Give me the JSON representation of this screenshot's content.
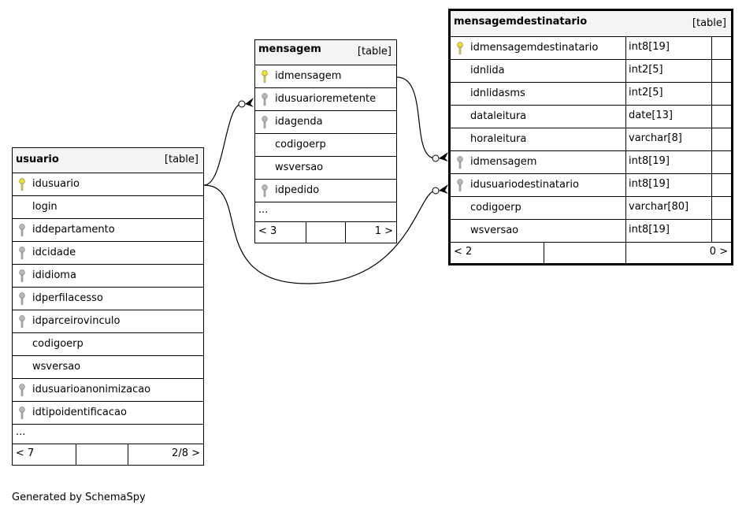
{
  "tables": {
    "usuario": {
      "name": "usuario",
      "kind": "[table]",
      "columns": [
        {
          "name": "idusuario",
          "key": "primary"
        },
        {
          "name": "login",
          "key": "none"
        },
        {
          "name": "iddepartamento",
          "key": "foreign"
        },
        {
          "name": "idcidade",
          "key": "foreign"
        },
        {
          "name": "ididioma",
          "key": "foreign"
        },
        {
          "name": "idperfilacesso",
          "key": "foreign"
        },
        {
          "name": "idparceirovinculo",
          "key": "foreign"
        },
        {
          "name": "codigoerp",
          "key": "none"
        },
        {
          "name": "wsversao",
          "key": "none"
        },
        {
          "name": "idusuarioanonimizacao",
          "key": "foreign"
        },
        {
          "name": "idtipoidentificacao",
          "key": "foreign"
        }
      ],
      "ellipsis": "...",
      "footer_left": "< 7",
      "footer_right": "2/8 >"
    },
    "mensagem": {
      "name": "mensagem",
      "kind": "[table]",
      "columns": [
        {
          "name": "idmensagem",
          "key": "primary"
        },
        {
          "name": "idusuarioremetente",
          "key": "foreign"
        },
        {
          "name": "idagenda",
          "key": "foreign"
        },
        {
          "name": "codigoerp",
          "key": "none"
        },
        {
          "name": "wsversao",
          "key": "none"
        },
        {
          "name": "idpedido",
          "key": "foreign"
        }
      ],
      "ellipsis": "...",
      "footer_left": "< 3",
      "footer_right": "1 >"
    },
    "mensagemdestinatario": {
      "name": "mensagemdestinatario",
      "kind": "[table]",
      "columns": [
        {
          "name": "idmensagemdestinatario",
          "type": "int8[19]",
          "key": "primary"
        },
        {
          "name": "idnlida",
          "type": "int2[5]",
          "key": "none"
        },
        {
          "name": "idnlidasms",
          "type": "int2[5]",
          "key": "none"
        },
        {
          "name": "dataleitura",
          "type": "date[13]",
          "key": "none"
        },
        {
          "name": "horaleitura",
          "type": "varchar[8]",
          "key": "none"
        },
        {
          "name": "idmensagem",
          "type": "int8[19]",
          "key": "foreign"
        },
        {
          "name": "idusuariodestinatario",
          "type": "int8[19]",
          "key": "foreign"
        },
        {
          "name": "codigoerp",
          "type": "varchar[80]",
          "key": "none"
        },
        {
          "name": "wsversao",
          "type": "int8[19]",
          "key": "none"
        }
      ],
      "footer_left": "< 2",
      "footer_right": "0 >"
    }
  },
  "colors": {
    "primary_key": "#f2e01a",
    "foreign_key": "#b8b8b8",
    "header_bg": "#f4f4f4",
    "line": "#000000"
  },
  "footer_credit": "Generated by SchemaSpy"
}
